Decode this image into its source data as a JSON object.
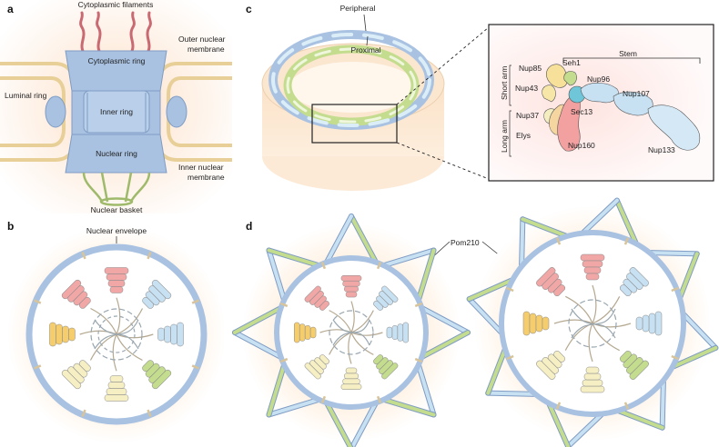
{
  "panels": {
    "a": {
      "letter": "a",
      "cytoplasmic_filaments": "Cytoplasmic filaments",
      "outer_nuclear_membrane_1": "Outer nuclear",
      "outer_nuclear_membrane_2": "membrane",
      "cytoplasmic_ring": "Cytoplasmic ring",
      "luminal_ring": "Luminal ring",
      "inner_ring": "Inner ring",
      "nuclear_ring": "Nuclear ring",
      "inner_nuclear_membrane_1": "Inner nuclear",
      "inner_nuclear_membrane_2": "membrane",
      "nuclear_basket": "Nuclear basket"
    },
    "b": {
      "letter": "b",
      "nuclear_envelope": "Nuclear envelope"
    },
    "c": {
      "letter": "c",
      "peripheral": "Peripheral",
      "proximal": "Proximal",
      "stem": "Stem",
      "short_arm": "Short arm",
      "long_arm": "Long arm",
      "nups": [
        "Nup85",
        "Seh1",
        "Nup43",
        "Nup96",
        "Nup107",
        "Nup37",
        "Sec13",
        "Elys",
        "Nup160",
        "Nup133"
      ]
    },
    "d": {
      "letter": "d",
      "pom210": "Pom210"
    }
  },
  "colors": {
    "ring_blue": "#a9c2e2",
    "membrane_tan": "#e8cf98",
    "filament_red": "#c96a72",
    "basket_green": "#9fba6a",
    "pink": "#f2a7a7",
    "light_blue": "#c7e0f2",
    "yellow": "#f6cd6d",
    "cream": "#f6efc4",
    "green": "#c3dc8e",
    "teal": "#6ec6d8"
  }
}
